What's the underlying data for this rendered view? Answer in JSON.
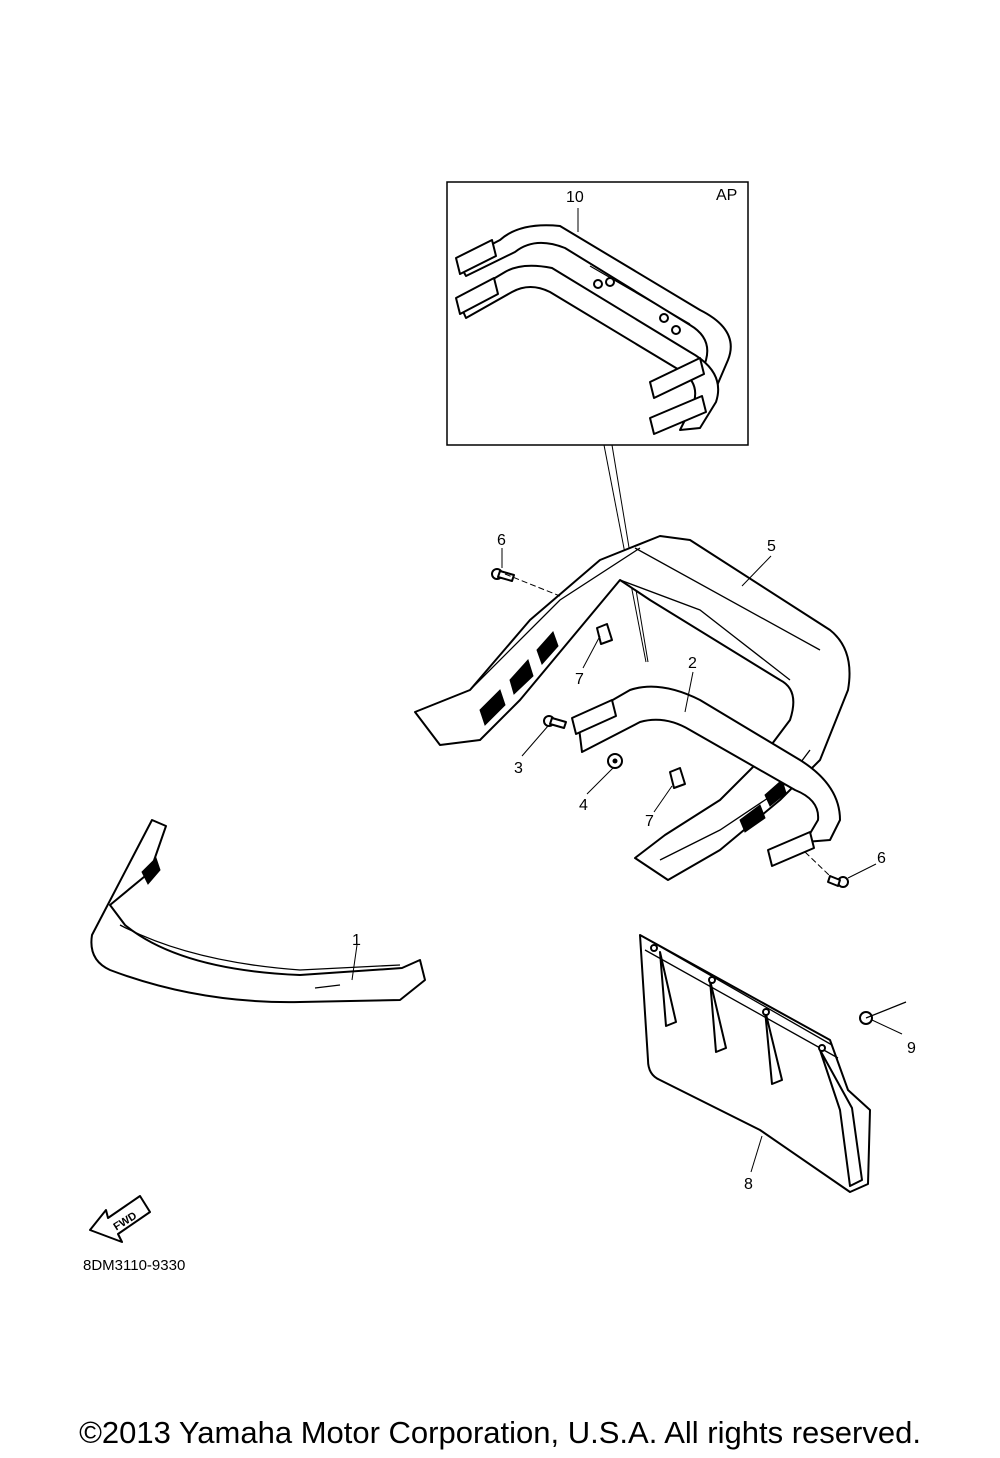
{
  "inset": {
    "tag": "AP",
    "ref_label": "10"
  },
  "callouts": {
    "front_bumper": "1",
    "rear_bumper": "2",
    "bolt": "3",
    "nut": "4",
    "rear_rack_bumper": "5",
    "bolt_left": "6",
    "bolt_right": "6",
    "clip_left": "7",
    "clip_right": "7",
    "snow_flap": "8",
    "rivet": "9"
  },
  "fwd_arrow": {
    "label": "FWD",
    "icon": "forward-arrow-icon"
  },
  "diagram_code": "8DM3110-9330",
  "copyright": "©2013 Yamaha Motor Corporation, U.S.A. All rights reserved."
}
